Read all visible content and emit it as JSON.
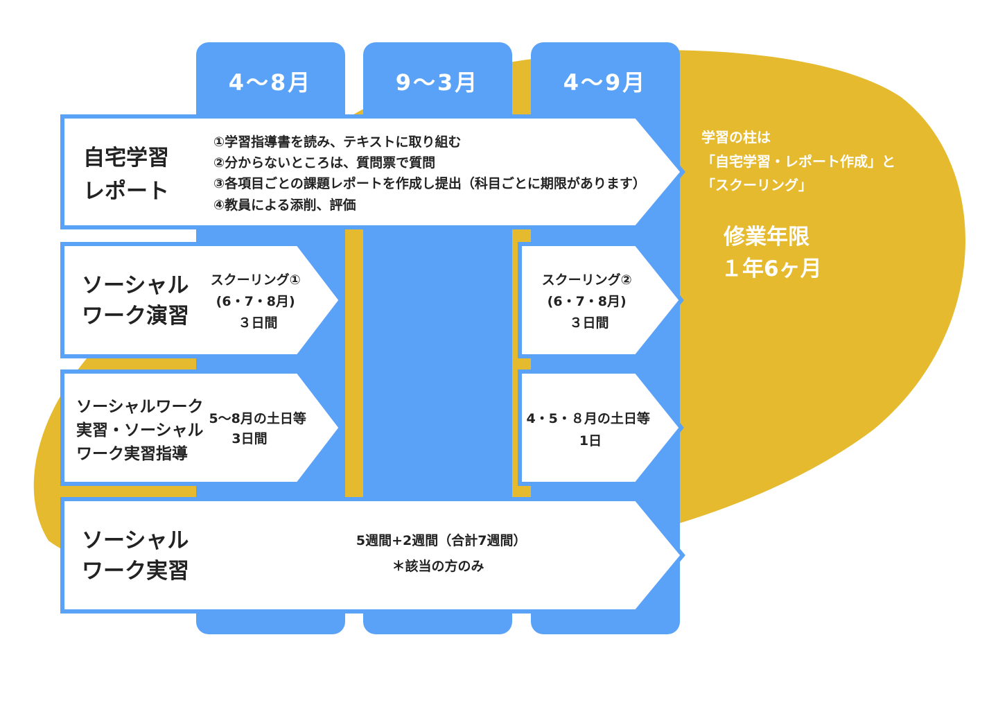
{
  "colors": {
    "blue": "#5aa2f7",
    "gold": "#e6ba2e",
    "white": "#ffffff",
    "text": "#222222"
  },
  "columns": [
    {
      "label": "4～8月"
    },
    {
      "label": "9～3月"
    },
    {
      "label": "4～9月"
    }
  ],
  "rows": {
    "home_study": {
      "title_lines": [
        "自宅学習",
        "レポート"
      ],
      "steps": [
        "①学習指導書を読み、テキストに取り組む",
        "②分からないところは、質問票で質問",
        "③各項目ごとの課題レポートを作成し提出（科目ごとに期限があります）",
        "④教員による添削、評価"
      ]
    },
    "sw_exercise": {
      "title_lines": [
        "ソーシャル",
        "ワーク演習"
      ],
      "schooling_1": [
        "スクーリング①",
        "(6・7・8月)",
        "３日間"
      ],
      "schooling_2": [
        "スクーリング②",
        "(6・7・8月)",
        "３日間"
      ]
    },
    "sw_practice_guidance": {
      "title_lines": [
        "ソーシャルワーク",
        "実習・ソーシャル",
        "ワーク実習指導"
      ],
      "period_1": [
        "5～8月の土日等",
        "3日間"
      ],
      "period_2": [
        "4・5・８月の土日等",
        "1日"
      ]
    },
    "sw_practice": {
      "title_lines": [
        "ソーシャル",
        "ワーク実習"
      ],
      "detail_lines": [
        "5週間+2週間（合計7週間）",
        "＊該当の方のみ"
      ]
    }
  },
  "side": {
    "pillars_lines": [
      "学習の柱は",
      "「自宅学習・レポート作成」と",
      "「スクーリング」"
    ],
    "duration_lines": [
      "修業年限",
      "１年6ヶ月"
    ]
  }
}
